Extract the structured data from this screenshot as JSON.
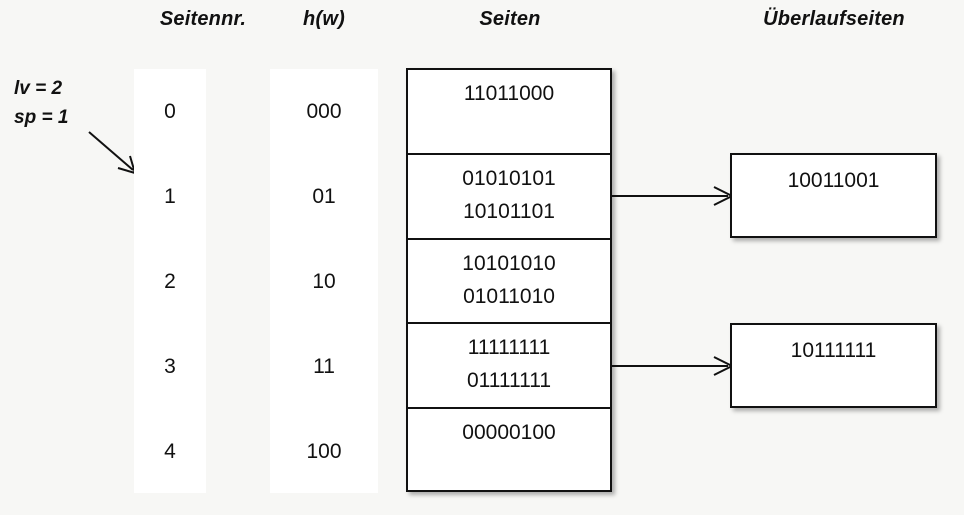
{
  "headers": {
    "page_number": "Seitennr.",
    "hash": "h(w)",
    "pages": "Seiten",
    "overflow_pages": "Überlaufseiten"
  },
  "parameters": {
    "lv": "lv = 2",
    "sp": "sp = 1",
    "pointer_icon": "diagonal-arrow-icon"
  },
  "colors": {
    "background": "#f7f7f5",
    "box_fill": "#ffffff",
    "line": "#111111",
    "text": "#111111"
  },
  "directory": {
    "page_numbers": [
      "0",
      "1",
      "2",
      "3",
      "4"
    ],
    "hash_values": [
      "000",
      "01",
      "10",
      "11",
      "100"
    ]
  },
  "pages": [
    {
      "index": 0,
      "entries": [
        "11011000"
      ]
    },
    {
      "index": 1,
      "entries": [
        "01010101",
        "10101101"
      ]
    },
    {
      "index": 2,
      "entries": [
        "10101010",
        "01011010"
      ]
    },
    {
      "index": 3,
      "entries": [
        "11111111",
        "01111111"
      ]
    },
    {
      "index": 4,
      "entries": [
        "00000100"
      ]
    }
  ],
  "overflow_pages": [
    {
      "from_page": 1,
      "entries": [
        "10011001"
      ]
    },
    {
      "from_page": 3,
      "entries": [
        "10111111"
      ]
    }
  ],
  "connectors": [
    {
      "from_page": 1,
      "to_overflow": 0,
      "icon": "arrow-right-icon"
    },
    {
      "from_page": 3,
      "to_overflow": 1,
      "icon": "arrow-right-icon"
    }
  ]
}
